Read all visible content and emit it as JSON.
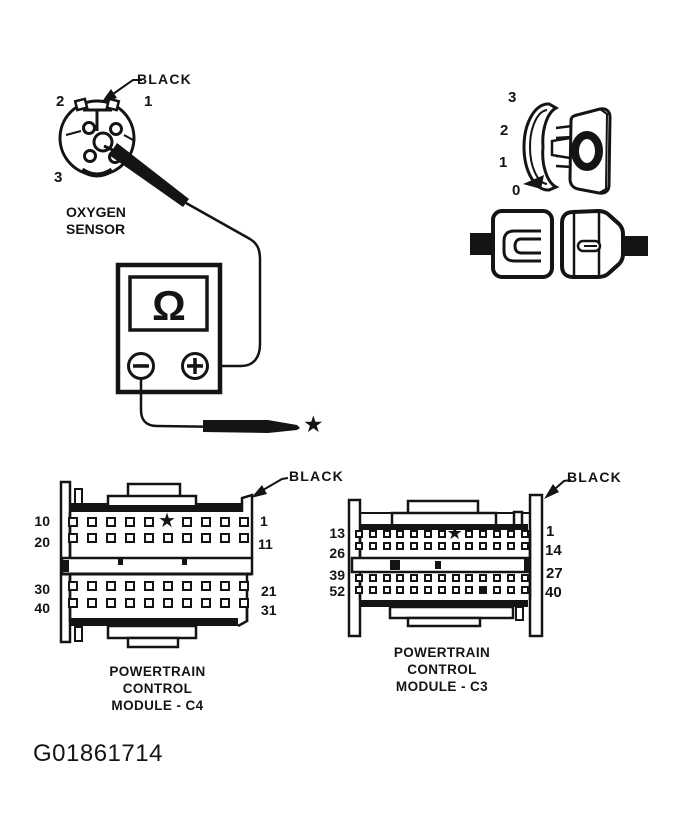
{
  "figure": {
    "id": "G01861714"
  },
  "symbols": {
    "star": "★"
  },
  "oxygen_sensor": {
    "wire_color_label": "BLACK",
    "pin_top_left": "2",
    "pin_top_right": "1",
    "pin_bottom_left": "3",
    "name_line1": "OXYGEN",
    "name_line2": "SENSOR"
  },
  "connector_rear_view": {
    "position_numbers": [
      "3",
      "2",
      "1",
      "0"
    ]
  },
  "ohmmeter": {
    "display_symbol": "Ω",
    "negative_symbol": "−",
    "positive_symbol": "+"
  },
  "pcm_c4": {
    "wire_color_label": "BLACK",
    "title": [
      "POWERTRAIN",
      "CONTROL",
      "MODULE - C4"
    ],
    "left_pin_labels": [
      "10",
      "20",
      "30",
      "40"
    ],
    "right_pin_labels": [
      "1",
      "11",
      "21",
      "31"
    ],
    "pin_rows": [
      {
        "pins": 10,
        "star_at": 6
      },
      {
        "pins": 10
      },
      {
        "pins": 10
      },
      {
        "pins": 10
      }
    ]
  },
  "pcm_c3": {
    "wire_color_label": "BLACK",
    "title": [
      "POWERTRAIN",
      "CONTROL",
      "MODULE - C3"
    ],
    "left_pin_labels": [
      "13",
      "26",
      "39",
      "52"
    ],
    "right_pin_labels": [
      "1",
      "14",
      "27",
      "40"
    ],
    "pin_rows": [
      {
        "pins": 13,
        "star_at": 8
      },
      {
        "pins": 13
      },
      {
        "pins": 13
      },
      {
        "pins": 13,
        "filled_at": 10
      }
    ]
  },
  "ink_color": "#141414"
}
